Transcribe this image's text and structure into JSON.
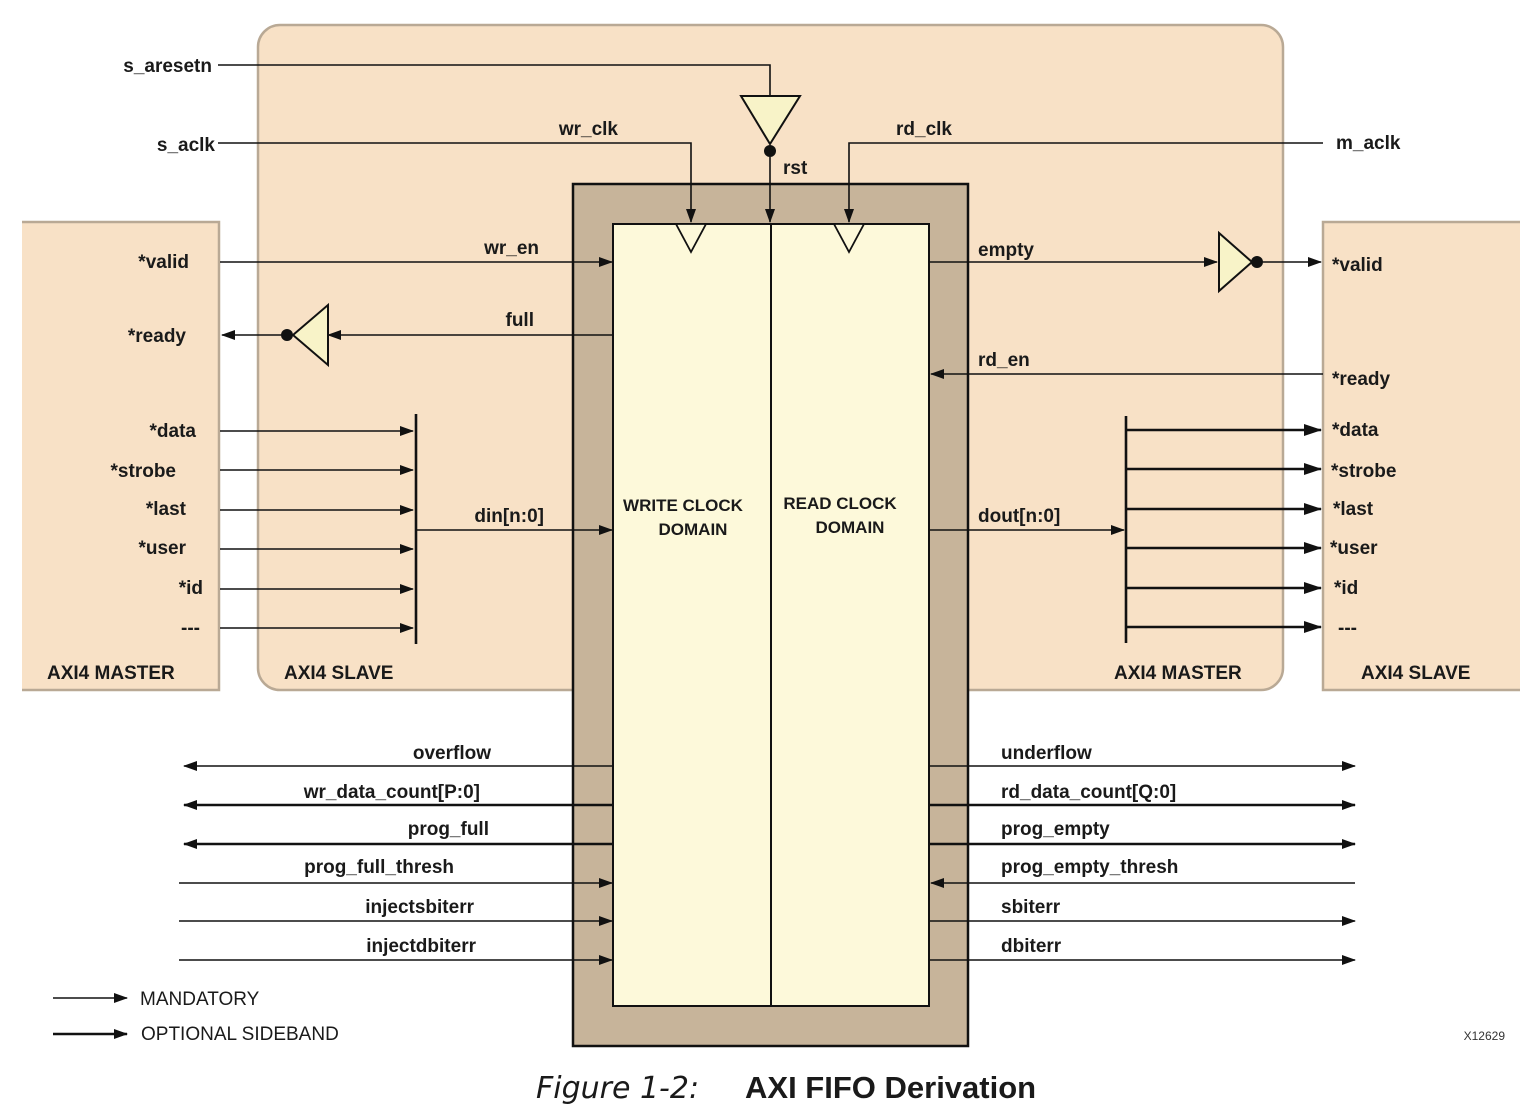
{
  "colors": {
    "peach": "#f8e1c6",
    "peach_border": "#b9a995",
    "fifo_outer": "#c7b49a",
    "fifo_inner": "#fdf9da",
    "buffer_fill": "#f8f3c8",
    "line": "#111111"
  },
  "blocks": {
    "left_master": "AXI4 MASTER",
    "left_slave": "AXI4 SLAVE",
    "right_master": "AXI4 MASTER",
    "right_slave": "AXI4 SLAVE"
  },
  "domains": {
    "write_line1": "WRITE CLOCK",
    "write_line2": "DOMAIN",
    "read_line1": "READ CLOCK",
    "read_line2": "DOMAIN"
  },
  "clock_reset": {
    "s_aresetn": "s_aresetn",
    "s_aclk": "s_aclk",
    "wr_clk": "wr_clk",
    "rd_clk": "rd_clk",
    "m_aclk": "m_aclk",
    "rst": "rst"
  },
  "left_ports": {
    "valid": "*valid",
    "ready": "*ready",
    "data": "*data",
    "strobe": "*strobe",
    "last": "*last",
    "user": "*user",
    "id": "*id",
    "etc": "---"
  },
  "right_ports": {
    "valid": "*valid",
    "ready": "*ready",
    "data": "*data",
    "strobe": "*strobe",
    "last": "*last",
    "user": "*user",
    "id": "*id",
    "etc": "---"
  },
  "fifo_signals": {
    "wr_en": "wr_en",
    "full": "full",
    "din": "din[n:0]",
    "empty": "empty",
    "rd_en": "rd_en",
    "dout": "dout[n:0]"
  },
  "sideband_left": {
    "overflow": "overflow",
    "wr_data_count": "wr_data_count[P:0]",
    "prog_full": "prog_full",
    "prog_full_thresh": "prog_full_thresh",
    "injectsbiterr": "injectsbiterr",
    "injectdbiterr": "injectdbiterr"
  },
  "sideband_right": {
    "underflow": "underflow",
    "rd_data_count": "rd_data_count[Q:0]",
    "prog_empty": "prog_empty",
    "prog_empty_thresh": "prog_empty_thresh",
    "sbiterr": "sbiterr",
    "dbiterr": "dbiterr"
  },
  "legend": {
    "mandatory": "MANDATORY",
    "optional": "OPTIONAL SIDEBAND"
  },
  "figure_id": "X12629",
  "caption": {
    "prefix": "Figure 1-2:",
    "title": "AXI FIFO Derivation"
  }
}
